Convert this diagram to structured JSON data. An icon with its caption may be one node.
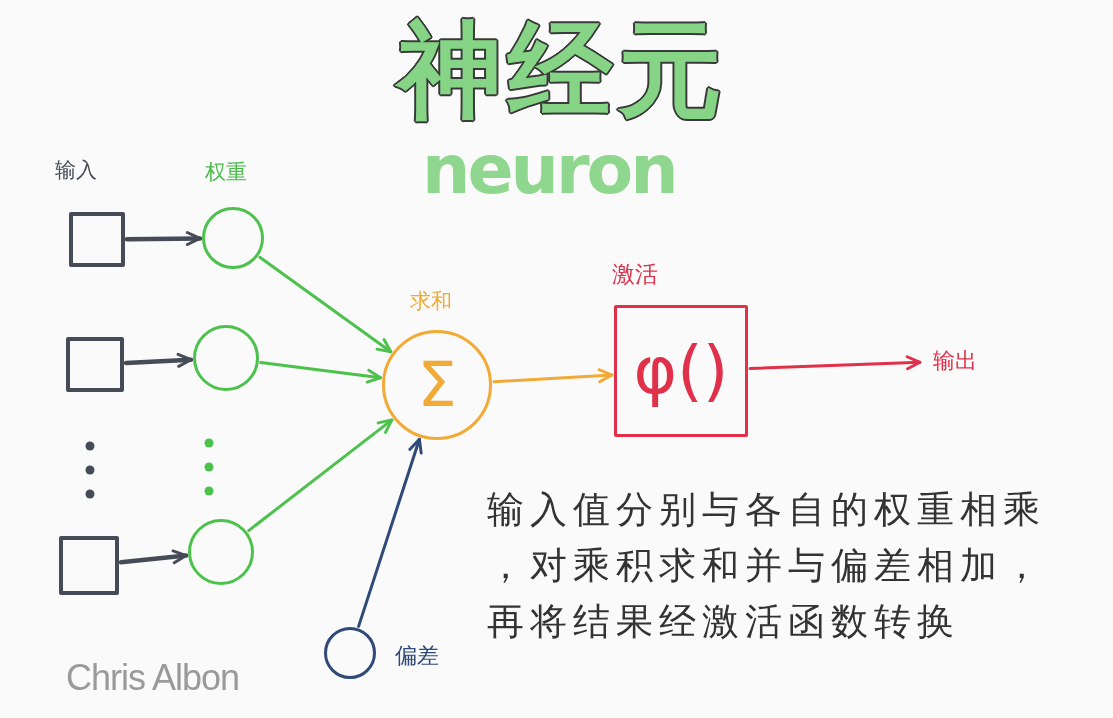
{
  "diagram": {
    "title": "神经元",
    "nodes": [
      {
        "text": [],
        "shape": "box"
      },
      {
        "text": [],
        "shape": "box"
      },
      {
        "text": [],
        "shape": "box"
      },
      {
        "text": [],
        "shape": "circle"
      },
      {
        "text": [],
        "shape": "circle"
      },
      {
        "text": [],
        "shape": "circle"
      },
      {
        "text": [
          "Σ"
        ],
        "beside": [
          "求和"
        ]
      },
      {
        "text": [
          "φ()"
        ],
        "beside": [
          "激活"
        ]
      },
      {
        "text": [
          "输出"
        ]
      },
      {
        "text": [],
        "shape": "circle",
        "beside": [
          "偏差"
        ]
      }
    ],
    "edges": [
      {
        "from": 0,
        "to": 3,
        "arrow": "to",
        "color": "#454b57"
      },
      {
        "from": 1,
        "to": 4,
        "arrow": "to",
        "color": "#454b57"
      },
      {
        "from": 2,
        "to": 5,
        "arrow": "to",
        "color": "#454b57"
      },
      {
        "from": 3,
        "to": 6,
        "arrow": "to",
        "color": "#4cc24c"
      },
      {
        "from": 4,
        "to": 6,
        "arrow": "to",
        "color": "#4cc24c"
      },
      {
        "from": 5,
        "to": 6,
        "arrow": "to",
        "color": "#4cc24c"
      },
      {
        "from": 9,
        "to": 6,
        "arrow": "to",
        "color": "#2f4a78"
      },
      {
        "from": 6,
        "to": 7,
        "arrow": "to",
        "color": "#f2aa36"
      },
      {
        "from": 7,
        "to": 8,
        "arrow": "to",
        "color": "#e0304a"
      }
    ],
    "labels": [
      "neuron",
      "输入",
      "权重",
      "输入值分别与各自的权重相乘，对乘积求和并与偏差相加，再将结果经激活函数转换",
      "Chris Albon"
    ]
  }
}
